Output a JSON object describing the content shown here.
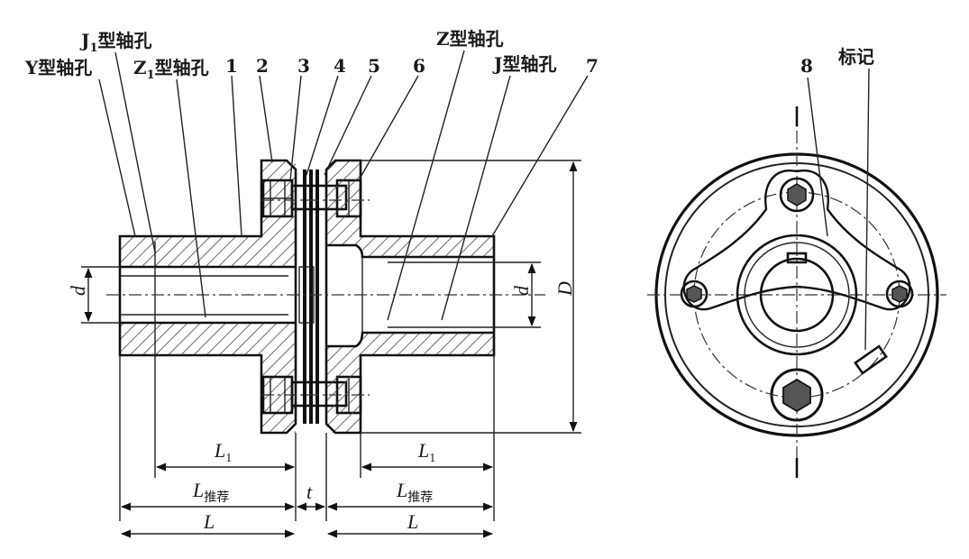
{
  "labels": {
    "j1_bore": "J",
    "j1_sub": "1",
    "j1_suffix": "型轴孔",
    "y_bore": "Y型轴孔",
    "z1_bore": "Z",
    "z1_sub": "1",
    "z1_suffix": "型轴孔",
    "z_bore": "Z型轴孔",
    "j_bore": "J型轴孔",
    "mark": "标记"
  },
  "part_numbers": [
    "1",
    "2",
    "3",
    "4",
    "5",
    "6",
    "7",
    "8"
  ],
  "dimensions": {
    "d_left": "d",
    "d_right": "d",
    "D": "D",
    "L1_left": "L",
    "L1_left_sub": "1",
    "L1_right": "L",
    "L1_right_sub": "1",
    "Lrec_left": "L",
    "Lrec_left_sub": "推荐",
    "Lrec_right": "L",
    "Lrec_right_sub": "推荐",
    "t": "t",
    "L_left": "L",
    "L_right": "L"
  },
  "colors": {
    "line": "#111111",
    "hatch": "#444444",
    "background": "#ffffff"
  }
}
